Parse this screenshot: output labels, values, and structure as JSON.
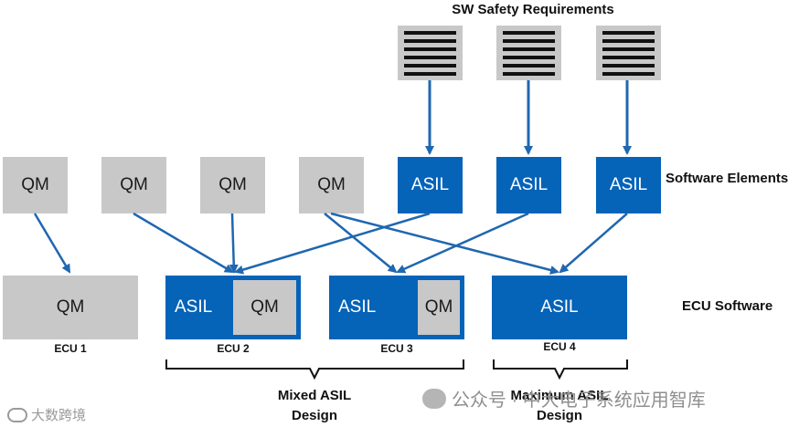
{
  "labels": {
    "sw_safety_requirements": "SW Safety Requirements",
    "software_elements": "Software Elements",
    "ecu_software": "ECU Software"
  },
  "software_elements": [
    "QM",
    "QM",
    "QM",
    "QM",
    "ASIL",
    "ASIL",
    "ASIL"
  ],
  "ecus": [
    {
      "name": "ECU 1",
      "parts": [
        "QM"
      ]
    },
    {
      "name": "ECU 2",
      "parts": [
        "ASIL",
        "QM"
      ]
    },
    {
      "name": "ECU 3",
      "parts": [
        "ASIL",
        "QM"
      ]
    },
    {
      "name": "ECU 4",
      "parts": [
        "ASIL"
      ]
    }
  ],
  "designs": {
    "mixed": [
      "Mixed ASIL",
      "Design"
    ],
    "maximum": [
      "Maximum ASIL",
      "Design"
    ]
  },
  "watermarks": {
    "left": "大数跨境",
    "right": "公众号 · 中大电子系统应用智库"
  },
  "colors": {
    "asil": "#0563b8",
    "qm": "#c8c8c8",
    "arrow": "#1f67b0"
  }
}
